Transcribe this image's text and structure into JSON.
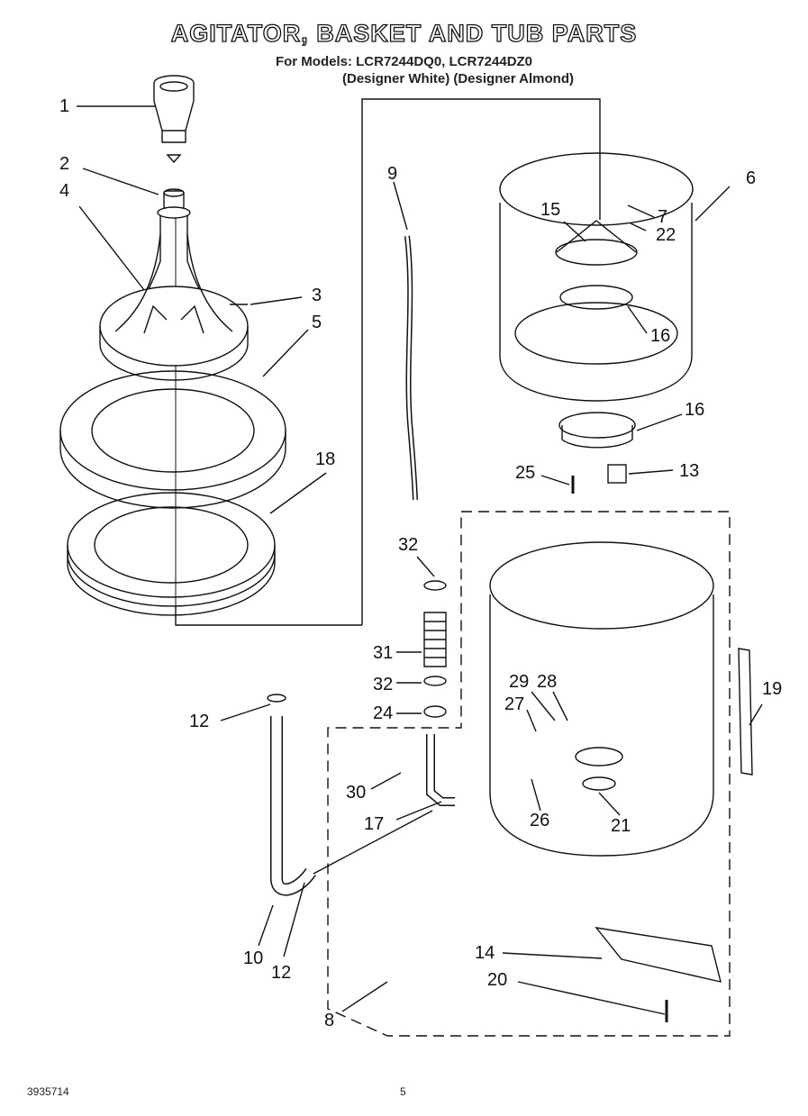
{
  "header": {
    "title": "AGITATOR, BASKET AND TUB PARTS",
    "models": "For Models: LCR7244DQ0, LCR7244DZ0",
    "colors": "(Designer White) (Designer Almond)"
  },
  "callouts": [
    "1",
    "2",
    "3",
    "4",
    "5",
    "6",
    "7",
    "8",
    "9",
    "10",
    "12",
    "12",
    "13",
    "14",
    "15",
    "16",
    "16",
    "17",
    "18",
    "19",
    "20",
    "21",
    "22",
    "24",
    "25",
    "26",
    "27",
    "28",
    "29",
    "30",
    "31",
    "32",
    "32"
  ],
  "footer": {
    "part_number": "3935714",
    "page_number": "5"
  }
}
